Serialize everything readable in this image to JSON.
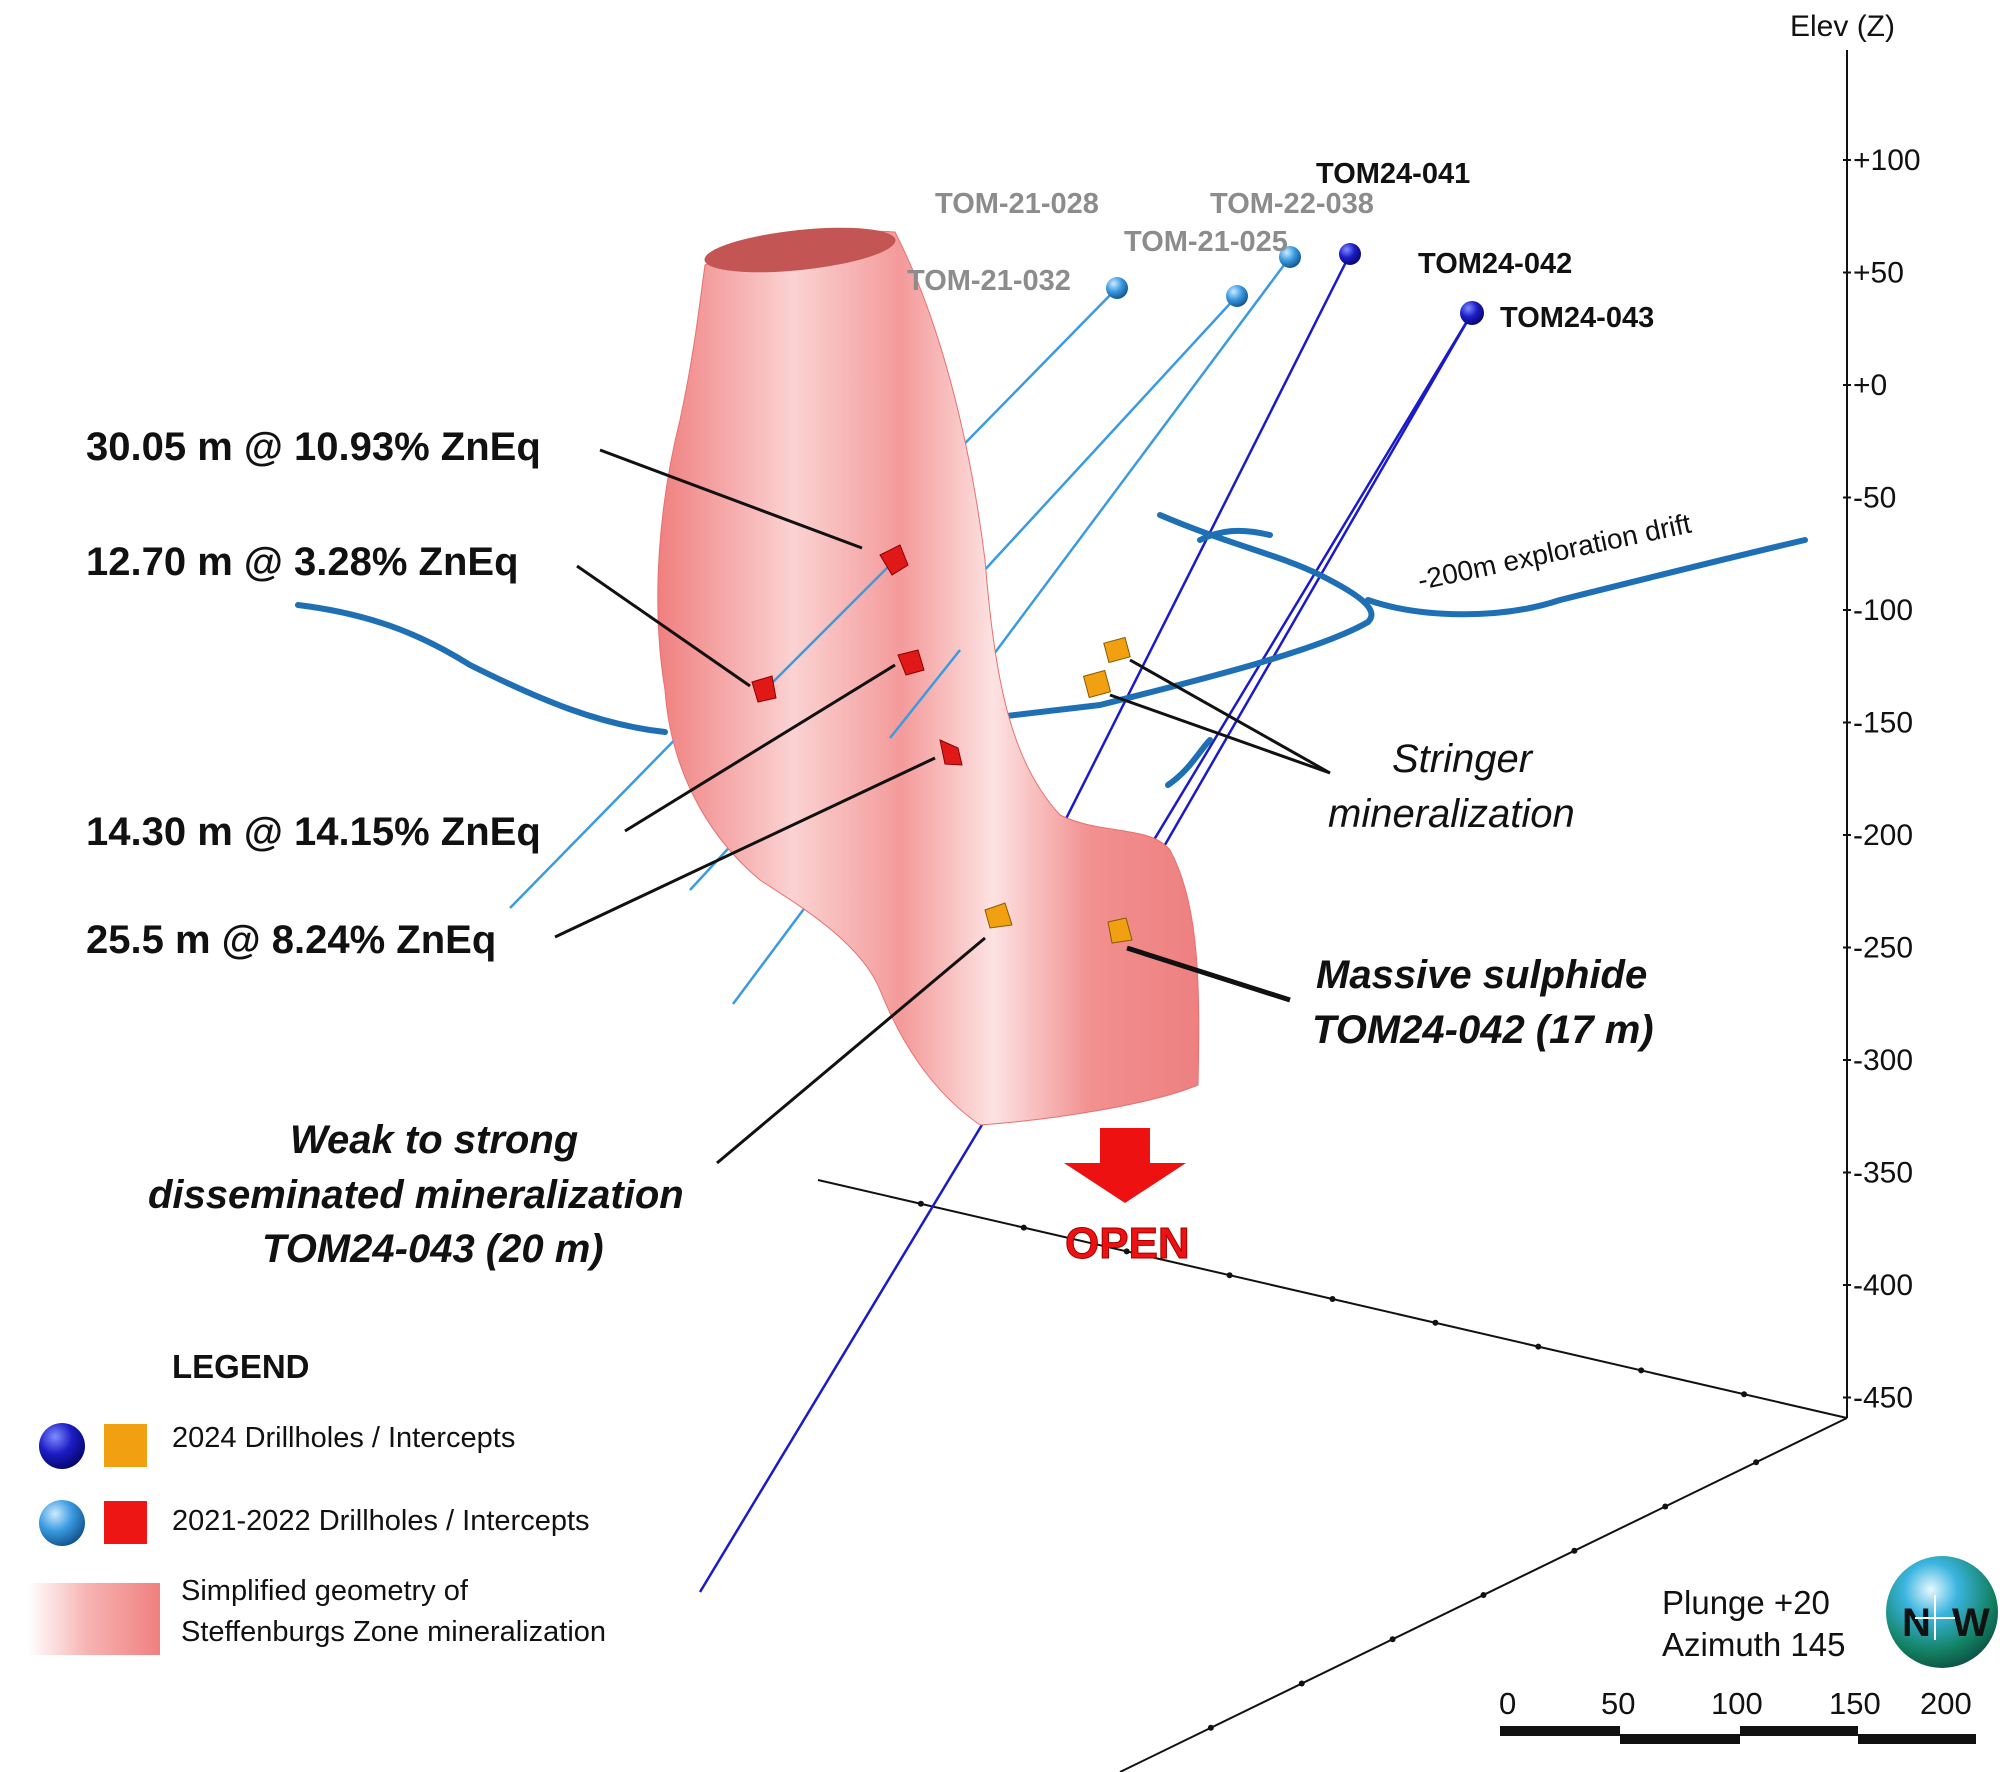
{
  "axis": {
    "title": "Elev (Z)",
    "ticks": [
      "+100",
      "+50",
      "+0",
      "-50",
      "-100",
      "-150",
      "-200",
      "-250",
      "-300",
      "-350",
      "-400",
      "-450"
    ]
  },
  "drillholes_2021_2022": [
    "TOM-21-028",
    "TOM-22-038",
    "TOM-21-025",
    "TOM-21-032"
  ],
  "drillholes_2024": [
    "TOM24-041",
    "TOM24-042",
    "TOM24-043"
  ],
  "intercepts": {
    "i1": "30.05 m @ 10.93% ZnEq",
    "i2": "12.70 m @ 3.28% ZnEq",
    "i3": "14.30 m @ 14.15% ZnEq",
    "i4": "25.5 m @ 8.24% ZnEq"
  },
  "annotations": {
    "drift": "-200m exploration drift",
    "stringer_line1": "Stringer",
    "stringer_line2": "mineralization",
    "massive_line1": "Massive sulphide",
    "massive_line2": "TOM24-042 (17 m)",
    "weak_line1": "Weak to strong",
    "weak_line2": "disseminated mineralization",
    "weak_line3": "TOM24-043 (20 m)",
    "open": "OPEN"
  },
  "legend": {
    "title": "LEGEND",
    "item_2024": "2024 Drillholes / Intercepts",
    "item_2021": "2021-2022 Drillholes / Intercepts",
    "zone_line1": "Simplified geometry of",
    "zone_line2": "Steffenburgs Zone mineralization"
  },
  "view": {
    "plunge": "Plunge +20",
    "azimuth": "Azimuth 145",
    "compass_n": "N",
    "compass_w": "W"
  },
  "scale_bar": {
    "labels": [
      "0",
      "50",
      "100",
      "150",
      "200"
    ]
  },
  "colors": {
    "zone_fill": "#f28c8c",
    "hole_2024": "#1a1ac8",
    "hole_2021": "#3b9be0",
    "drift": "#1f6fb5",
    "intercept_2021": "#e01818",
    "intercept_2024": "#f0a010",
    "open_arrow": "#ee1111"
  }
}
